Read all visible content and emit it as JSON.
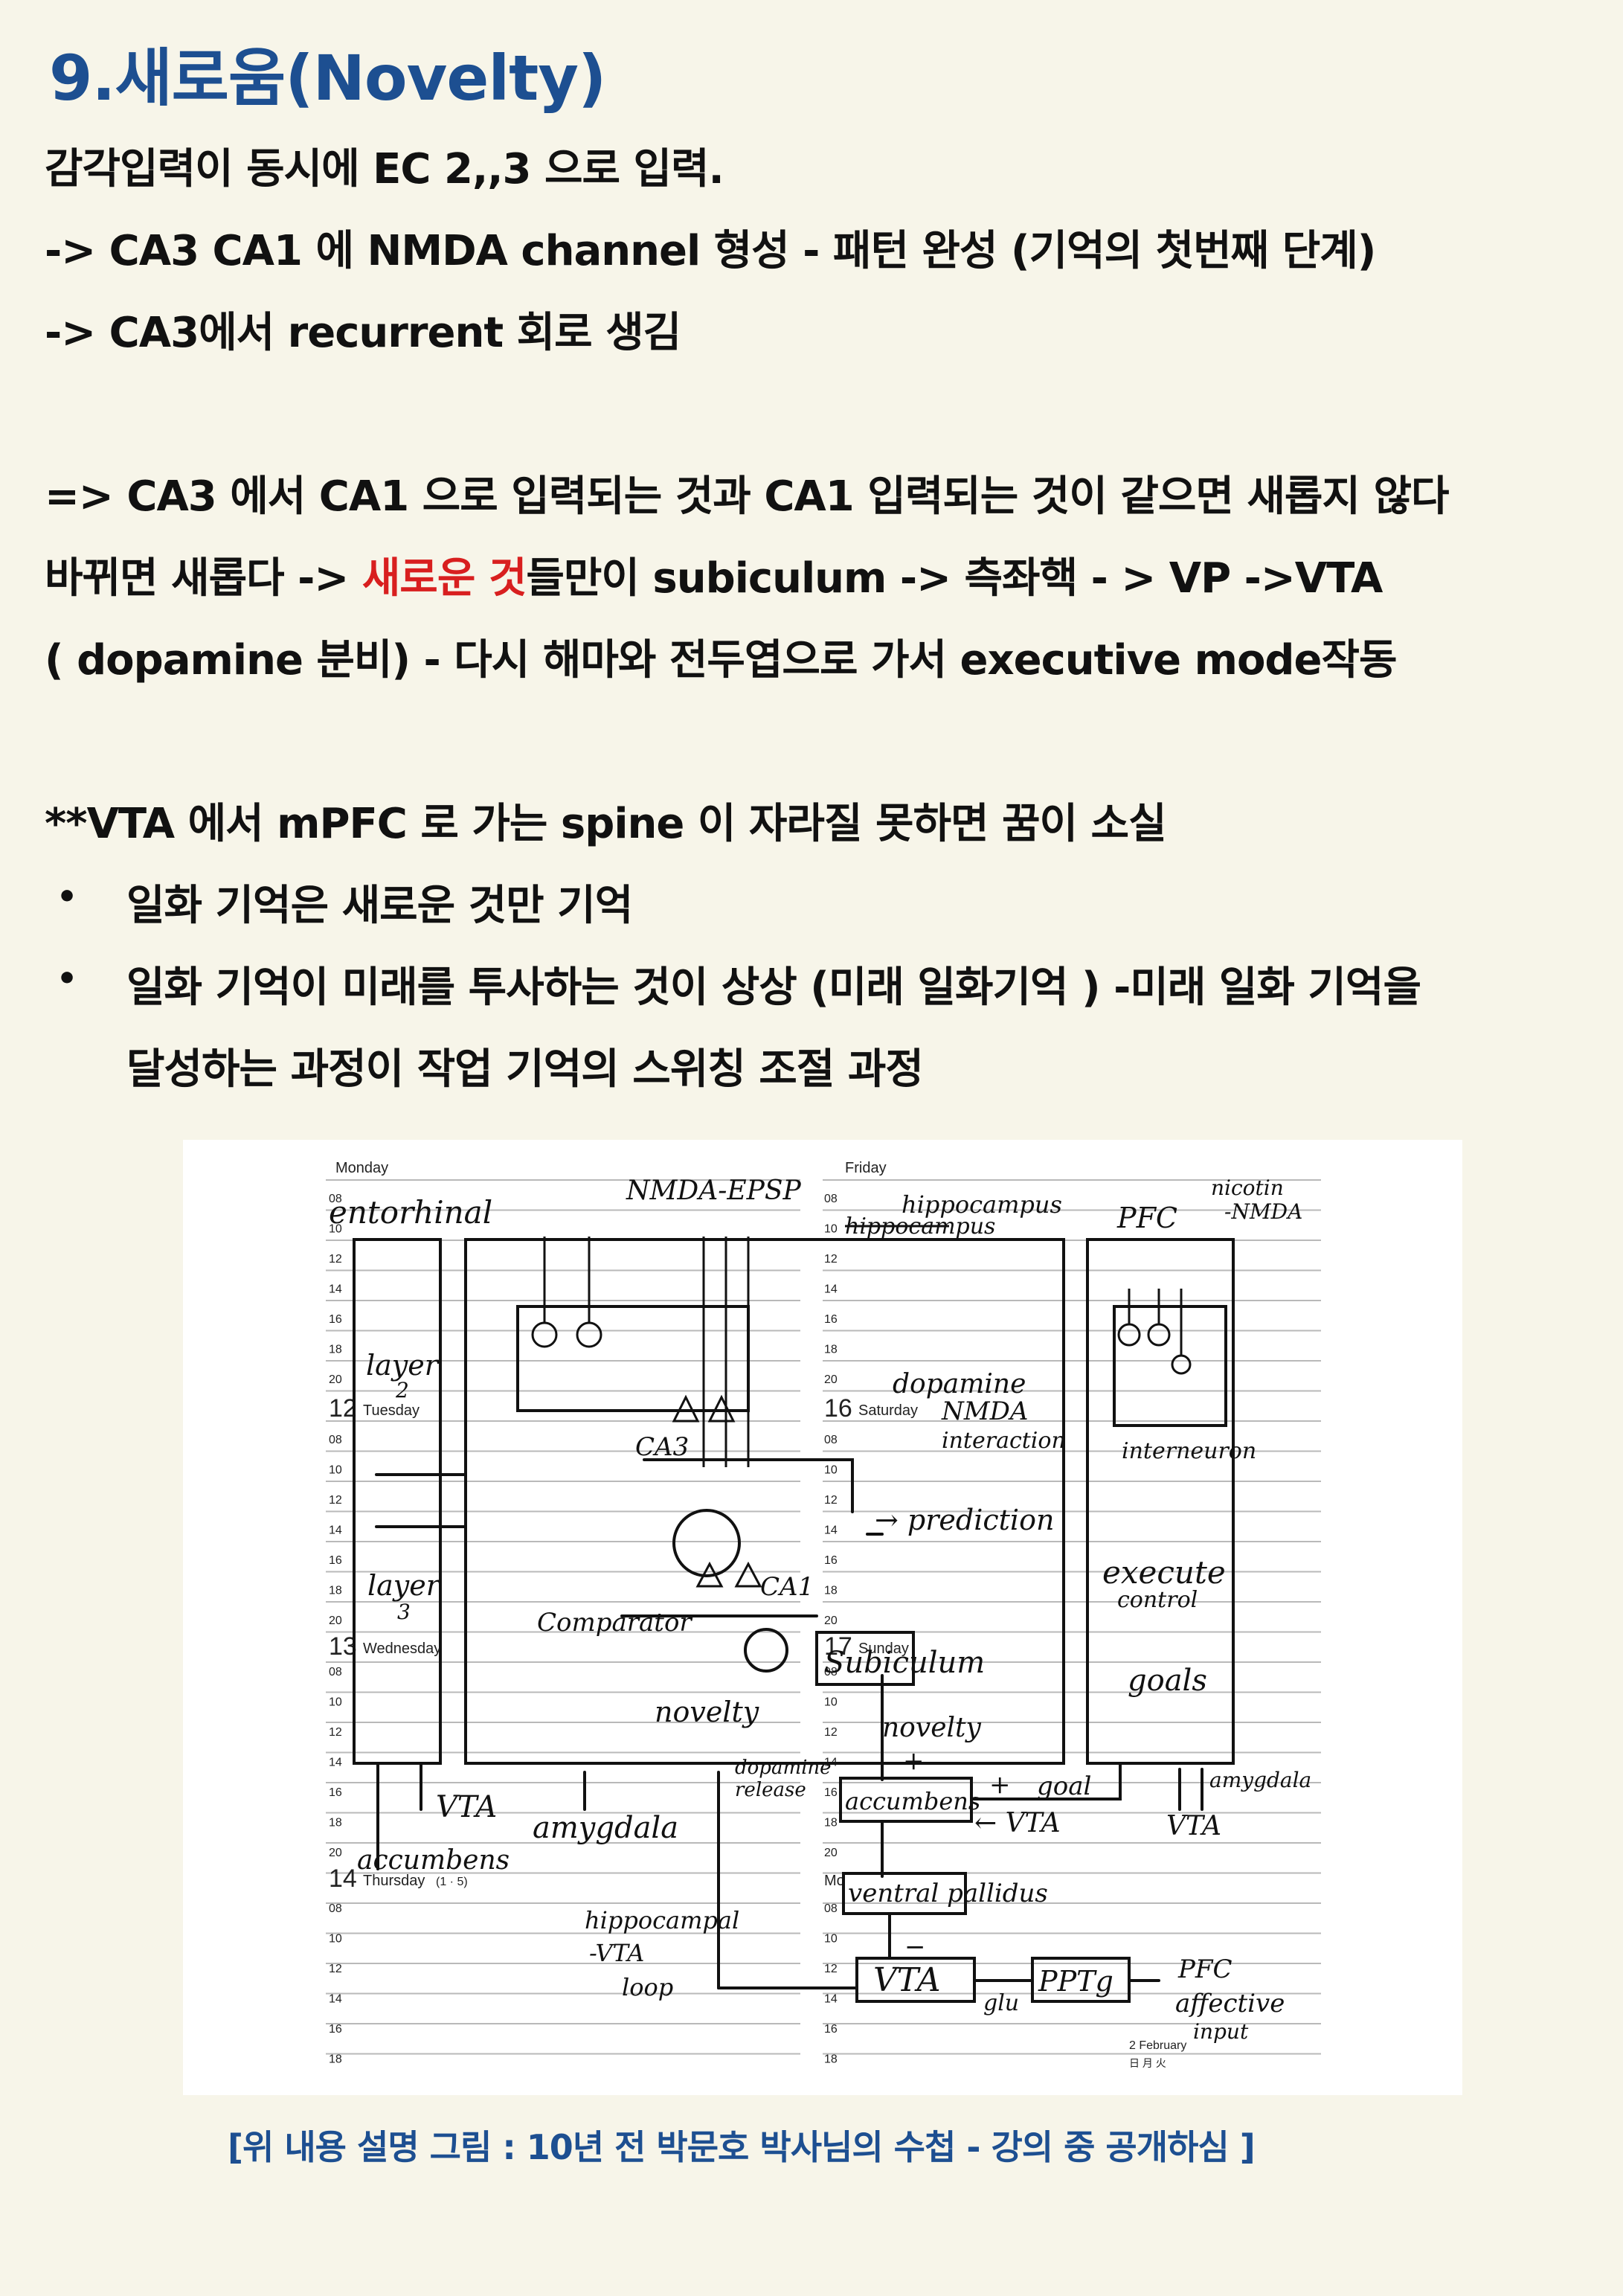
{
  "title": "9.새로움(Novelty)",
  "paragraph1": [
    "감각입력이 동시에 EC 2,,3 으로 입력.",
    "-> CA3  CA1 에 NMDA channel 형성 - 패턴 완성 (기억의 첫번째 단계)",
    "->  CA3에서  recurrent 회로 생김"
  ],
  "paragraph2": {
    "line1": "=> CA3 에서 CA1 으로 입력되는 것과 CA1 입력되는 것이 같으면 새롭지 않다",
    "line2_before": "바뀌면 새롭다 -> ",
    "line2_highlight": "새로운 것",
    "line2_after": "들만이 subiculum -> 측좌핵 - > VP ->VTA",
    "line3": "( dopamine 분비) - 다시 해마와 전두엽으로  가서 executive mode작동"
  },
  "paragraph3": {
    "note": "**VTA 에서  mPFC  로 가는 spine 이 자라질 못하면 꿈이 소실",
    "bullets": [
      "일화 기억은  새로운 것만 기억",
      "일화 기억이 미래를 투사하는 것이 상상 (미래 일화기억 ) -미래 일화 기억을",
      "달성하는 과정이 작업 기억의 스위칭 조절 과정"
    ],
    "bullet_symbol": "•"
  },
  "figure": {
    "planner_left": {
      "header_day": "Monday",
      "hours": [
        "08",
        "10",
        "12",
        "14",
        "16",
        "18",
        "20"
      ],
      "days": [
        {
          "num": "12",
          "name": "Tuesday"
        },
        {
          "num": "13",
          "name": "Wednesday"
        },
        {
          "num": "14",
          "name": "Thursday"
        }
      ],
      "thursday_note": "(1 · 5)"
    },
    "planner_right": {
      "header_day": "Friday",
      "days": [
        {
          "num": "16",
          "name": "Saturday"
        },
        {
          "num": "17",
          "name": "Sunday"
        },
        {
          "num": "",
          "name": "Mo"
        }
      ],
      "footer": "2 February",
      "footer_sub": "日 月 火"
    },
    "labels": {
      "entorhinal": "entorhinal",
      "nmda_epsp": "NMDA-EPSP",
      "hippocampus": "hippocampus",
      "hippocampus_struck": "hippocampus",
      "pfc": "PFC",
      "nicotin_nmda_1": "nicotin",
      "nicotin_nmda_2": "-NMDA",
      "layer2_a": "layer",
      "layer2_b": "2",
      "ca3": "CA3",
      "dopamine_nmda_1": "dopamine",
      "dopamine_nmda_2": "NMDA",
      "dopamine_nmda_3": "interaction",
      "interneuron": "interneuron",
      "prediction": "→ prediction",
      "layer3_a": "layer",
      "layer3_b": "3",
      "comparator": "Comparator",
      "ca1": "CA1",
      "execute_1": "execute",
      "execute_2": "control",
      "subiculum": "Subiculum",
      "goals": "goals",
      "novelty_left": "novelty",
      "novelty_right": "novelty",
      "dopamine_release_1": "dopamine",
      "dopamine_release_2": "release",
      "plus_1": "+",
      "plus_2": "+",
      "goal": "goal",
      "amygdala_right": "amygdala",
      "vta_left": "VTA",
      "amygdala_left": "amygdala",
      "accumbens_box": "accumbens",
      "vta_arrow": "← VTA",
      "vta_right": "VTA",
      "accumbens_left": "accumbens",
      "ventral_pallidus": "ventral pallidus",
      "hippocampal_1": "hippocampal",
      "hippocampal_2": "-VTA",
      "hippocampal_3": "loop",
      "minus": "−",
      "vta_box": "VTA",
      "glu": "glu",
      "pptg": "PPTg",
      "pfc_input": "PFC",
      "affective_1": "affective",
      "affective_2": "input"
    }
  },
  "caption": "[위 내용 설명 그림 : 10년 전 박문호 박사님의 수첩 - 강의 중 공개하심 ]"
}
